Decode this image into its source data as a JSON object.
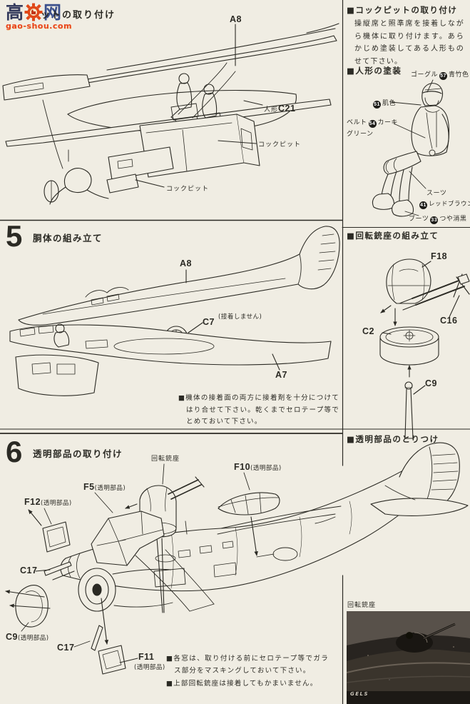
{
  "page": {
    "bg": "#f0ede3",
    "ink": "#2b2a24"
  },
  "watermark": {
    "logo_left": "高",
    "logo_right": "网",
    "domain": "gao-shou.com",
    "accent_orange": "#e04818",
    "accent_blue": "#3a4f8c"
  },
  "step4": {
    "title_visible": "ットの取り付け",
    "labels": {
      "a8": "A8",
      "figure_prefix": "人形",
      "figure_part": "C21",
      "cockpit_a": "コックピット",
      "cockpit_b": "コックピット"
    }
  },
  "step5": {
    "number": "5",
    "title": "胴体の組み立て",
    "labels": {
      "a8": "A8",
      "c7": "C7",
      "c7_note": "(接着しません)",
      "a7": "A7"
    },
    "note": "■機体の接着面の両方に接着剤を十分につけてはり合せて下さい。乾くまでセロテープ等でとめておいて下さい。"
  },
  "step6": {
    "number": "6",
    "title": "透明部品の取り付け",
    "labels": {
      "turret": "回転銃座",
      "f5": "F5",
      "f5_note": "(透明部品)",
      "f10": "F10",
      "f10_note": "(透明部品)",
      "f12": "F12",
      "f12_note": "(透明部品)",
      "c17a": "C17",
      "c9": "C9",
      "c9_note": "(透明部品)",
      "c17b": "C17",
      "f11": "F11",
      "f11_note": "(透明部品)"
    },
    "notes": [
      "■各窓は、取り付ける前にセロテープ等でガラス部分をマスキングしておいて下さい。",
      "■上部回転銃座は接着してもかまいません。"
    ]
  },
  "sidebar": {
    "cockpit_section": {
      "heading": "■コックピットの取り付け",
      "body": "操縦席と照準席を接着しながら機体に取り付けます。あらかじめ塗装してある人形ものせて下さい。"
    },
    "figure_section": {
      "heading": "■人形の塗装",
      "callouts": {
        "goggles": {
          "label": "ゴーグル",
          "num": "57",
          "color": "青竹色"
        },
        "skin": {
          "num": "51",
          "color": "肌色"
        },
        "belt": {
          "label": "ベルト",
          "num": "54",
          "color": "カーキ",
          "color2": "グリーン"
        },
        "suit": {
          "label": "スーツ",
          "num": "41",
          "color": "レッドブラウン"
        },
        "boots": {
          "label": "ブーツ",
          "num": "33",
          "color": "つや消黒"
        }
      }
    },
    "turret_section": {
      "heading": "■回転銃座の組み立て",
      "labels": {
        "f18": "F18",
        "c16": "C16",
        "c2": "C2",
        "c9": "C9"
      }
    },
    "clear_section": {
      "heading": "■透明部品のとりつけ",
      "photo_caption": "回転銃座",
      "photo_mark": "GELS"
    }
  }
}
